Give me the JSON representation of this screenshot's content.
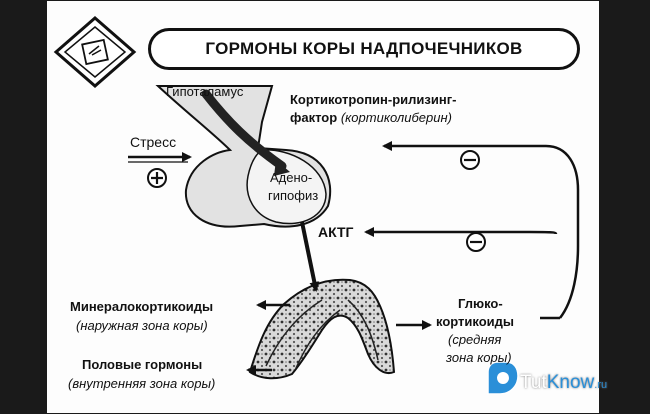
{
  "title": "ГОРМОНЫ КОРЫ НАДПОЧЕЧНИКОВ",
  "hypothalamus": "Гипоталамус",
  "crh_line1": "Кортикотропин-рилизинг-",
  "crh_line2_bold": "фактор",
  "crh_line2_italic": "(кортиколиберин)",
  "stress": "Стресс",
  "plus_sign": "+",
  "minus_sign": "−",
  "pituitary_line1": "Адено-",
  "pituitary_line2": "гипофиз",
  "acth": "АКТГ",
  "mineralo": "Минералокортикоиды",
  "mineralo_zone": "(наружная зона коры)",
  "sex": "Половые гормоны",
  "sex_zone": "(внутренняя зона коры)",
  "gluco_line1": "Глюко-",
  "gluco_line2": "кортикоиды",
  "gluco_zone1": "(средняя",
  "gluco_zone2": "зона коры)",
  "watermark_part1": "Tut",
  "watermark_part2": "Know",
  "watermark_part3": ".ru",
  "colors": {
    "ink": "#111111",
    "background": "#fdfdfd",
    "letterbox": "#1a1a1a",
    "watermark_accent": "#2a8fd8"
  },
  "icons": [
    "diamond-logo-icon",
    "plus-circle-icon",
    "minus-circle-icon",
    "watermark-logo-icon"
  ]
}
